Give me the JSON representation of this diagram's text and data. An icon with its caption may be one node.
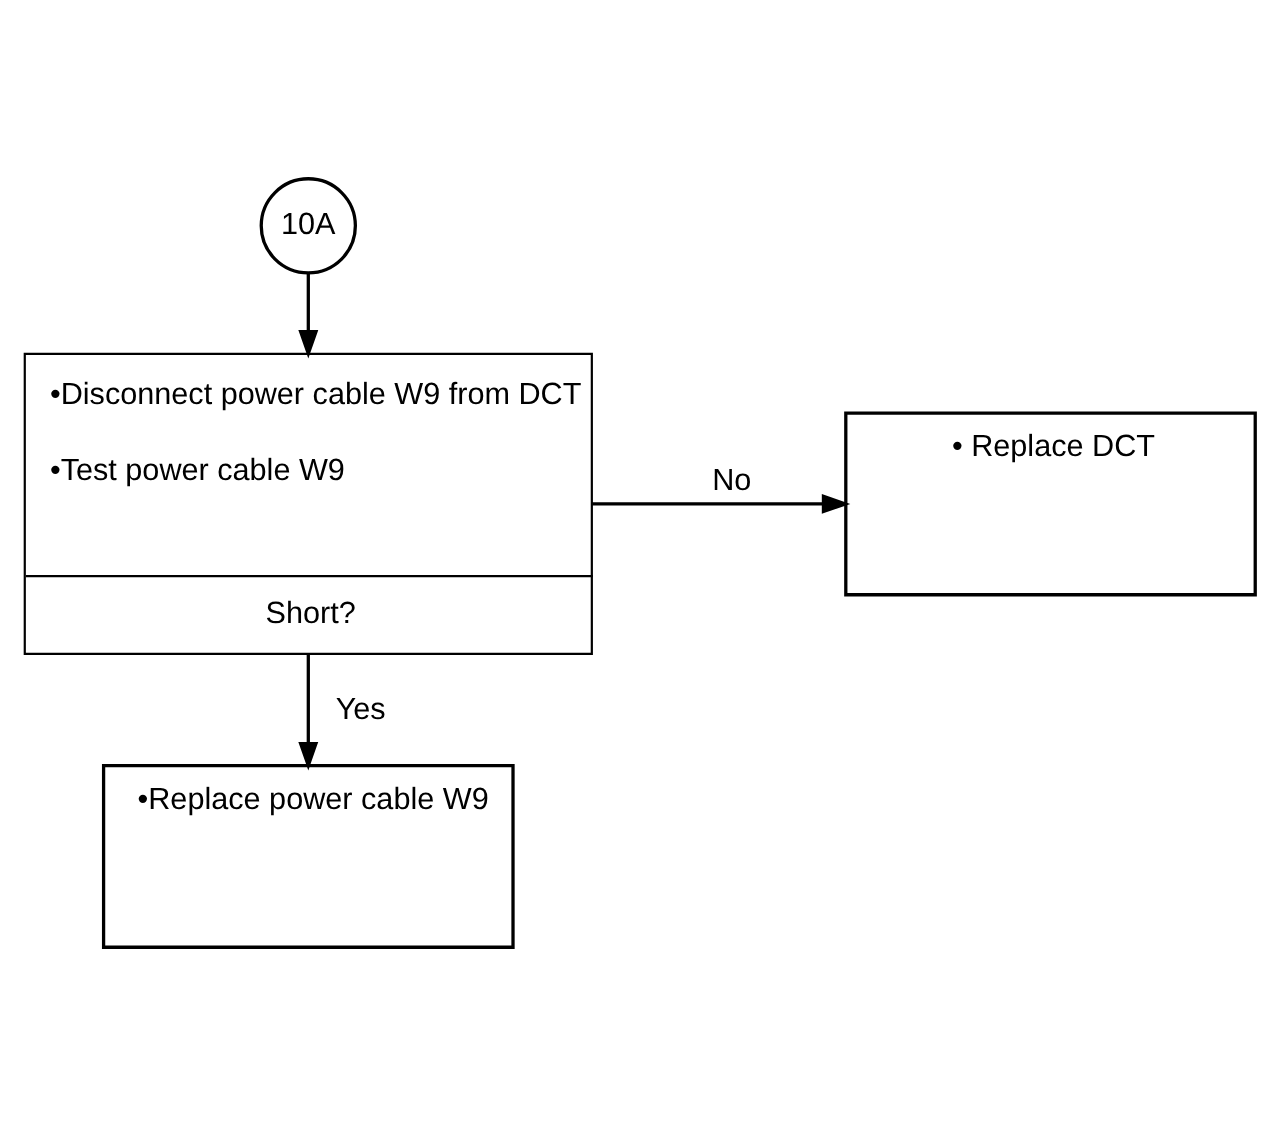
{
  "diagram": {
    "nodes": [
      {
        "text": [
          "10A"
        ]
      },
      {
        "text": [
          "•Disconnect power cable W9 from DCT",
          "•Test power cable W9",
          "Short?"
        ]
      },
      {
        "text": [
          "• Replace DCT"
        ]
      },
      {
        "text": [
          "•Replace power cable W9"
        ]
      }
    ],
    "edges": [
      {
        "from": 0,
        "to": 1,
        "arrow": "to"
      },
      {
        "from": 1,
        "to": 2,
        "label": "No",
        "arrow": "to"
      },
      {
        "from": 1,
        "to": 3,
        "label": "Yes",
        "arrow": "to"
      }
    ]
  }
}
